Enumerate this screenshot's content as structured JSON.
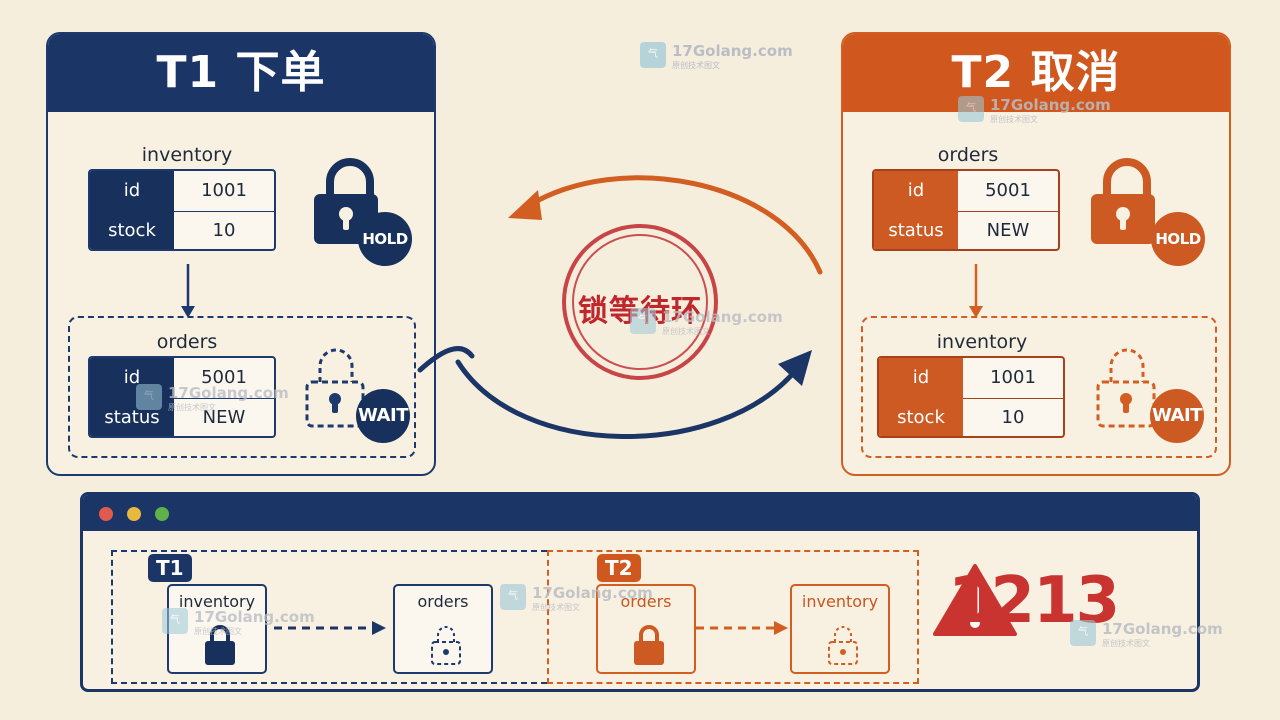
{
  "t1": {
    "title": "T1 下单",
    "held_table": {
      "name": "inventory",
      "rows": [
        {
          "key": "id",
          "value": "1001"
        },
        {
          "key": "stock",
          "value": "10"
        }
      ]
    },
    "held_badge": "HOLD",
    "wait_table": {
      "name": "orders",
      "rows": [
        {
          "key": "id",
          "value": "5001"
        },
        {
          "key": "status",
          "value": "NEW"
        }
      ]
    },
    "wait_badge": "WAIT"
  },
  "t2": {
    "title": "T2 取消",
    "held_table": {
      "name": "orders",
      "rows": [
        {
          "key": "id",
          "value": "5001"
        },
        {
          "key": "status",
          "value": "NEW"
        }
      ]
    },
    "held_badge": "HOLD",
    "wait_table": {
      "name": "inventory",
      "rows": [
        {
          "key": "id",
          "value": "1001"
        },
        {
          "key": "stock",
          "value": "10"
        }
      ]
    },
    "wait_badge": "WAIT"
  },
  "center": {
    "stamp": "锁等待环"
  },
  "log": {
    "t1_tag": "T1",
    "t1_held": "inventory",
    "t1_wait": "orders",
    "t2_tag": "T2",
    "t2_held": "orders",
    "t2_wait": "inventory",
    "error_code": "1213"
  },
  "watermark": {
    "text": "17Golang.com",
    "sub": "原创技术图文",
    "icon": "qi-xue"
  },
  "colors": {
    "t1": "#1b3566",
    "t2": "#d0581e",
    "error": "#c93430",
    "background": "#f6eedd"
  }
}
